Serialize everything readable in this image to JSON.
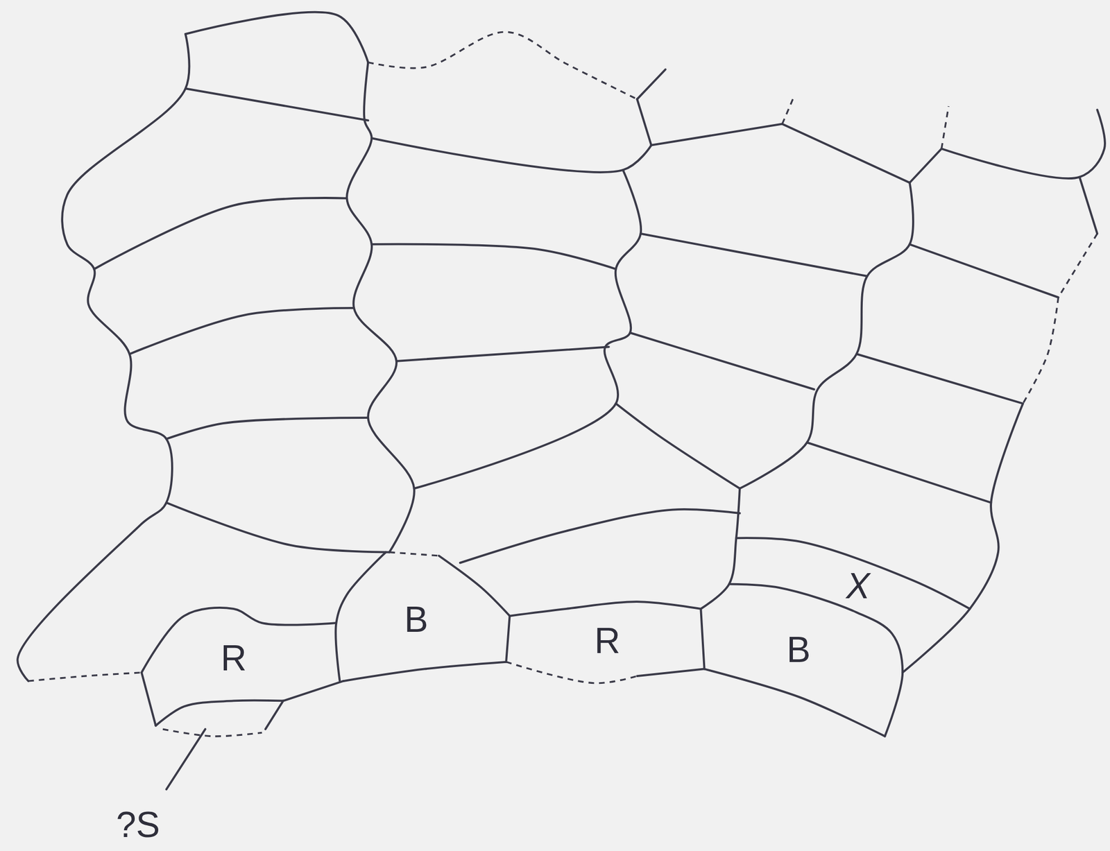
{
  "diagram": {
    "labels": [
      "R",
      "B",
      "R",
      "B",
      "X",
      "?S"
    ]
  }
}
